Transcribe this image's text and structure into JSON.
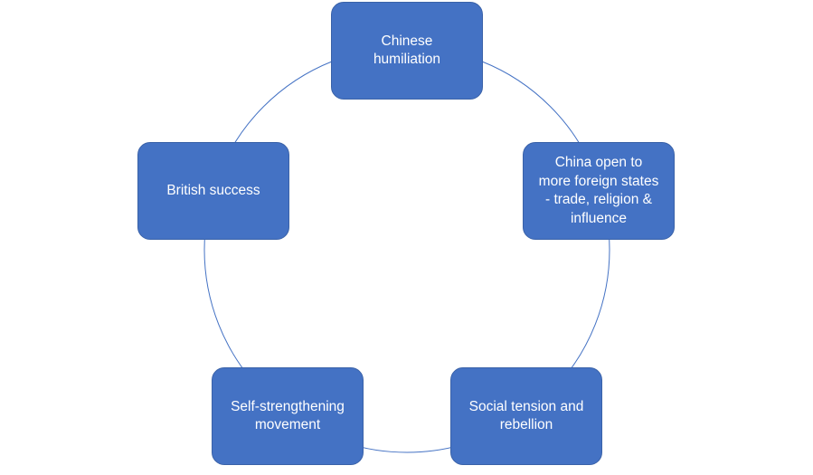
{
  "diagram": {
    "type": "cycle",
    "colors": {
      "node_fill": "#4472c4",
      "node_border": "#3a62a8",
      "connector": "#4472c4",
      "text": "#ffffff"
    },
    "nodes": [
      {
        "label": "Chinese\nhumiliation"
      },
      {
        "label": "China open to\nmore foreign states\n-  trade, religion &\ninfluence"
      },
      {
        "label": "Social tension and\nrebellion"
      },
      {
        "label": "Self-strengthening\nmovement"
      },
      {
        "label": "British success"
      }
    ]
  }
}
